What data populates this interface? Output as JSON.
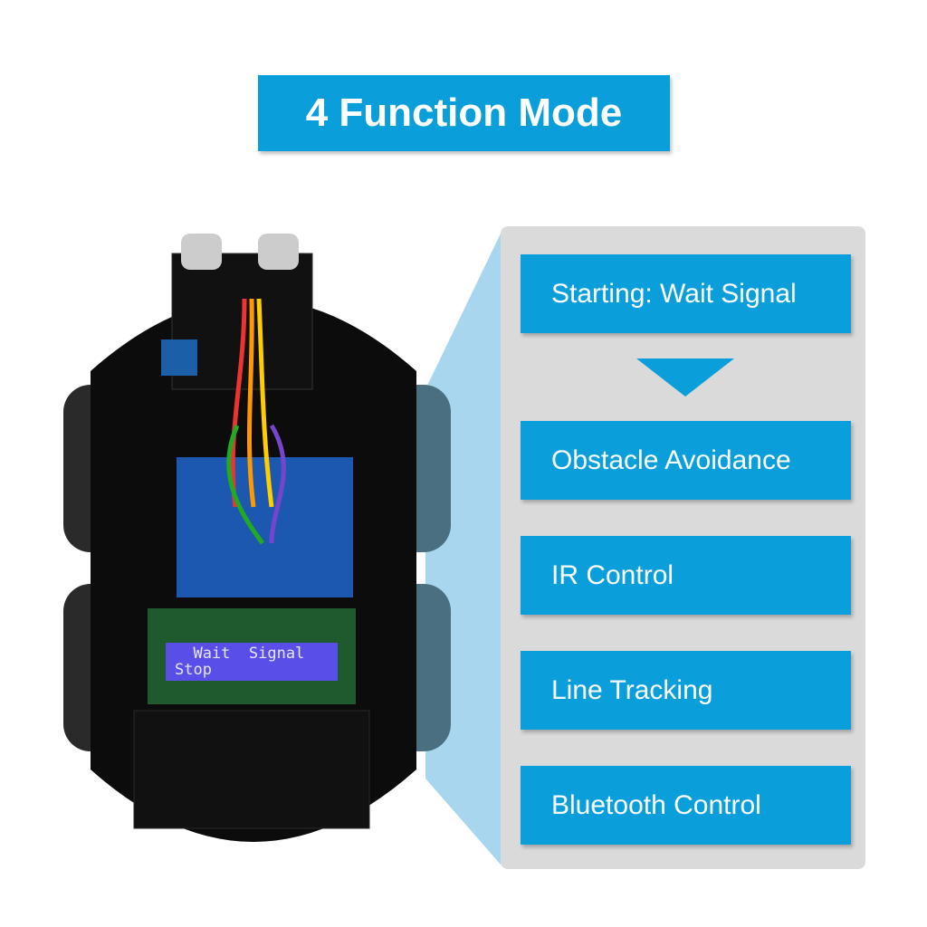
{
  "title": "4 Function Mode",
  "modes": [
    "Starting: Wait Signal",
    "Obstacle Avoidance",
    "IR Control",
    "Line Tracking",
    "Bluetooth Control"
  ],
  "lcd": {
    "line1": "  Wait  Signal",
    "line2": "Stop"
  },
  "colors": {
    "accent": "#0a9fdb",
    "panel": "#dadada",
    "wedge": "#a8d6ef",
    "lcd": "#5a4ee8"
  }
}
